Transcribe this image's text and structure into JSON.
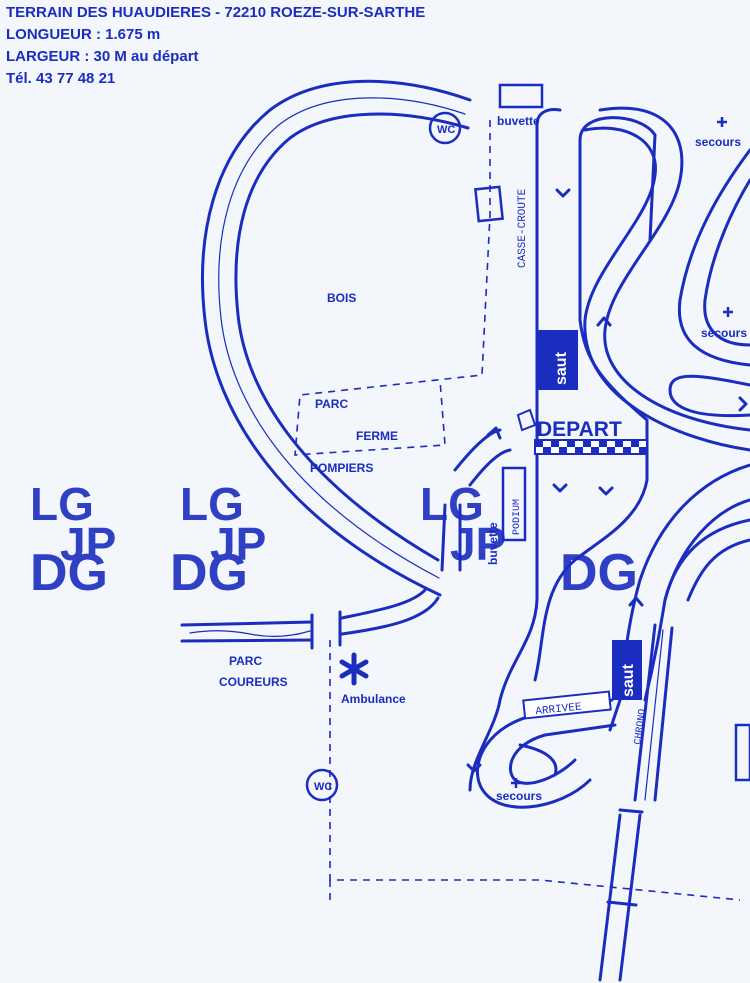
{
  "header": {
    "line1": "TERRAIN DES HUAUDIERES - 72210 ROEZE-SUR-SARTHE",
    "line2": "LONGUEUR : 1.675 m",
    "line3": "LARGEUR : 30 M au départ",
    "line4": "Tél. 43 77 48 21"
  },
  "labels": {
    "wc": "WC",
    "buvette": "buvette",
    "secours": "secours",
    "casse_croute": "CASSE-CROUTE",
    "bois": "BOIS",
    "parc": "PARC",
    "ferme": "FERME",
    "pompiers": "POMPIERS",
    "depart": "DEPART",
    "saut": "saut",
    "podium": "PODIUM",
    "coureurs": "COUREURS",
    "ambulance": "Ambulance",
    "arrivee": "ARRIVEE",
    "chrono": "CHRONO"
  },
  "background_text": {
    "lg": "LG",
    "jp": "JP",
    "dg": "DG"
  },
  "colors": {
    "ink": "#1a2dbf",
    "paper": "#f3f6fa",
    "ghost": "#dfe6ef"
  }
}
